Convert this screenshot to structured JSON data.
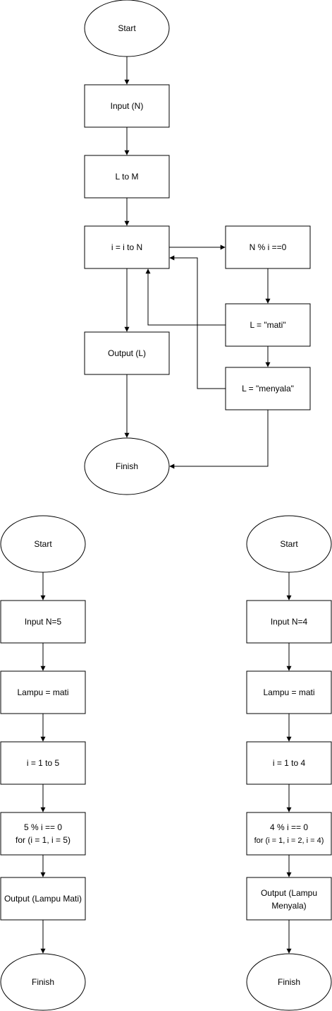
{
  "diagrams": {
    "main": {
      "start": "Start",
      "input": "Input (N)",
      "init": "L to M",
      "loop": "i = i to N",
      "check": "N % i ==0",
      "set_off": "L = \"mati\"",
      "set_on": "L = \"menyala\"",
      "output": "Output (L)",
      "finish": "Finish"
    },
    "example_left": {
      "start": "Start",
      "input": "Input N=5",
      "init": "Lampu = mati",
      "loop": "i = 1 to 5",
      "check_line1": "5 % i == 0",
      "check_line2": "for (i = 1, i = 5)",
      "output": "Output (Lampu Mati)",
      "finish": "Finish"
    },
    "example_right": {
      "start": "Start",
      "input": "Input N=4",
      "init": "Lampu = mati",
      "loop": "i = 1 to 4",
      "check_line1": "4 % i == 0",
      "check_line2": "for (i = 1, i = 2, i = 4)",
      "output_line1": "Output (Lampu",
      "output_line2": "Menyala)",
      "finish": "Finish"
    }
  },
  "colors": {
    "stroke": "#000000",
    "fill": "#ffffff",
    "text": "#000000"
  }
}
